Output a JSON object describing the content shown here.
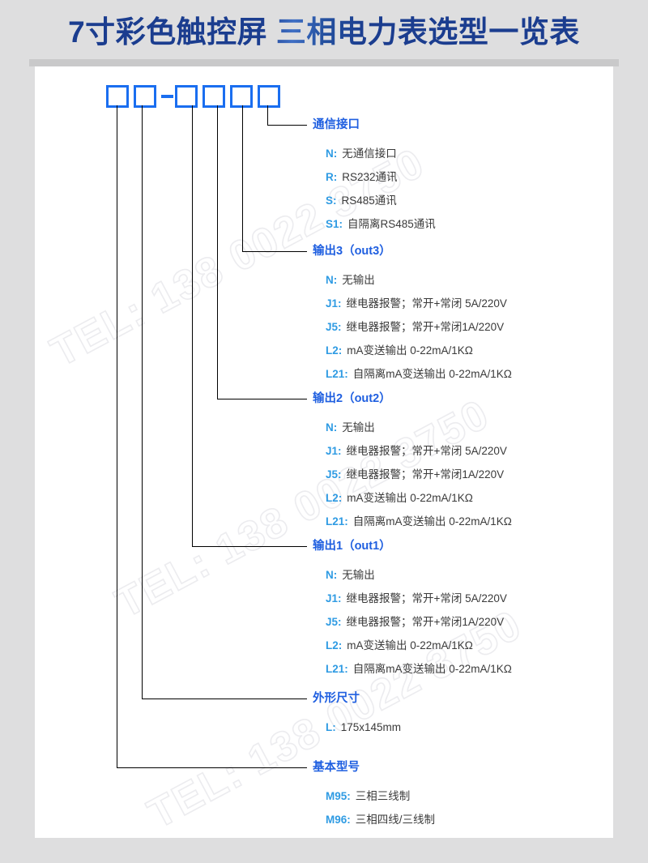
{
  "header": {
    "title": "7寸彩色触控屏 三相电力表选型一览表"
  },
  "watermark": {
    "text": "TEL: 138 0022 3750"
  },
  "model_code": {
    "boxes": [
      "",
      "",
      "",
      "",
      "",
      ""
    ],
    "separator": "-"
  },
  "sections": [
    {
      "id": "communication-interface",
      "title": "通信接口",
      "options": [
        {
          "code": "N:",
          "desc": "无通信接口"
        },
        {
          "code": "R:",
          "desc": "RS232通讯"
        },
        {
          "code": "S:",
          "desc": "RS485通讯"
        },
        {
          "code": "S1:",
          "desc": "自隔离RS485通讯"
        }
      ]
    },
    {
      "id": "output-3",
      "title": "输出3（out3）",
      "options": [
        {
          "code": "N:",
          "desc": "无输出"
        },
        {
          "code": "J1:",
          "desc": "继电器报警；常开+常闭 5A/220V"
        },
        {
          "code": "J5:",
          "desc": "继电器报警；常开+常闭1A/220V"
        },
        {
          "code": "L2:",
          "desc": "mA变送输出 0-22mA/1KΩ"
        },
        {
          "code": "L21:",
          "desc": "自隔离mA变送输出 0-22mA/1KΩ"
        }
      ]
    },
    {
      "id": "output-2",
      "title": "输出2（out2）",
      "options": [
        {
          "code": "N:",
          "desc": "无输出"
        },
        {
          "code": "J1:",
          "desc": "继电器报警；常开+常闭 5A/220V"
        },
        {
          "code": "J5:",
          "desc": "继电器报警；常开+常闭1A/220V"
        },
        {
          "code": "L2:",
          "desc": "mA变送输出 0-22mA/1KΩ"
        },
        {
          "code": "L21:",
          "desc": "自隔离mA变送输出 0-22mA/1KΩ"
        }
      ]
    },
    {
      "id": "output-1",
      "title": "输出1（out1）",
      "options": [
        {
          "code": "N:",
          "desc": "无输出"
        },
        {
          "code": "J1:",
          "desc": "继电器报警；常开+常闭 5A/220V"
        },
        {
          "code": "J5:",
          "desc": "继电器报警；常开+常闭1A/220V"
        },
        {
          "code": "L2:",
          "desc": "mA变送输出 0-22mA/1KΩ"
        },
        {
          "code": "L21:",
          "desc": "自隔离mA变送输出 0-22mA/1KΩ"
        }
      ]
    },
    {
      "id": "dimensions",
      "title": "外形尺寸",
      "options": [
        {
          "code": "L:",
          "desc": "175x145mm"
        }
      ]
    },
    {
      "id": "basic-model",
      "title": "基本型号",
      "options": [
        {
          "code": "M95:",
          "desc": "三相三线制"
        },
        {
          "code": "M96:",
          "desc": "三相四线/三线制"
        }
      ]
    }
  ],
  "colors": {
    "page_background": "#dededf",
    "card_background": "#ffffff",
    "title_dark": "#1b3d8f",
    "title_light": "#3f6fc4",
    "box_border": "#1a6ef0",
    "section_title": "#1f5fe0",
    "option_code": "#2f9be3",
    "option_desc": "#3a3a3a",
    "leader_line": "#000000"
  }
}
